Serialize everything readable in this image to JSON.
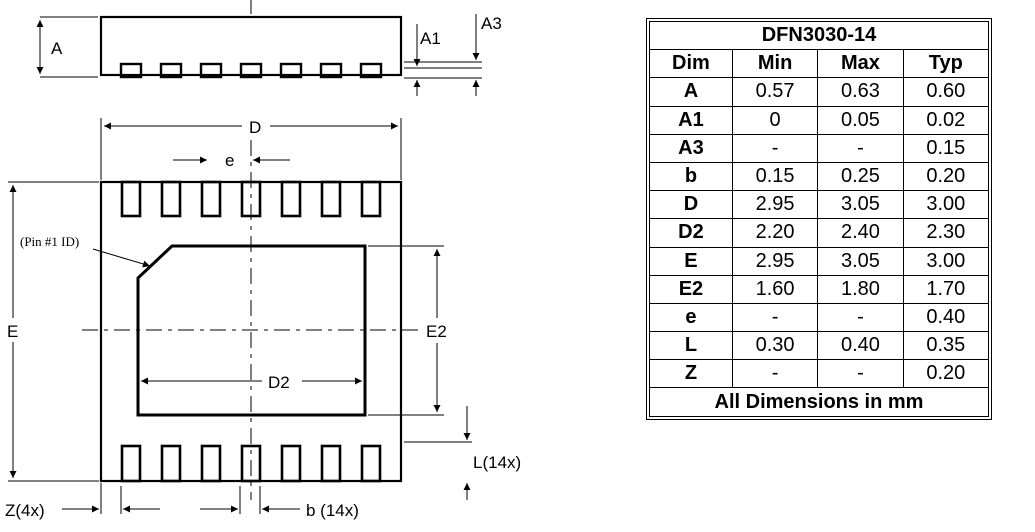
{
  "diagram": {
    "labels": {
      "A": "A",
      "A1": "A1",
      "A3": "A3",
      "D": "D",
      "e": "e",
      "E": "E",
      "E2": "E2",
      "D2": "D2",
      "pin1": "(Pin #1 ID)",
      "L": "L(14x)",
      "Z": "Z(4x)",
      "b": "b (14x)"
    }
  },
  "table": {
    "title": "DFN3030-14",
    "headers": [
      "Dim",
      "Min",
      "Max",
      "Typ"
    ],
    "rows": [
      [
        "A",
        "0.57",
        "0.63",
        "0.60"
      ],
      [
        "A1",
        "0",
        "0.05",
        "0.02"
      ],
      [
        "A3",
        "-",
        "-",
        "0.15"
      ],
      [
        "b",
        "0.15",
        "0.25",
        "0.20"
      ],
      [
        "D",
        "2.95",
        "3.05",
        "3.00"
      ],
      [
        "D2",
        "2.20",
        "2.40",
        "2.30"
      ],
      [
        "E",
        "2.95",
        "3.05",
        "3.00"
      ],
      [
        "E2",
        "1.60",
        "1.80",
        "1.70"
      ],
      [
        "e",
        "-",
        "-",
        "0.40"
      ],
      [
        "L",
        "0.30",
        "0.40",
        "0.35"
      ],
      [
        "Z",
        "-",
        "-",
        "0.20"
      ]
    ],
    "footer": "All Dimensions in mm"
  }
}
